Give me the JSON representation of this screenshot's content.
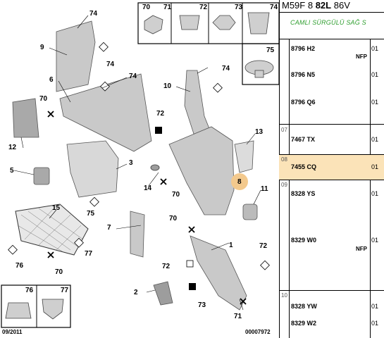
{
  "header": {
    "code_prefix": "M59F 8",
    "code_bold": "82L",
    "code_suffix": "86V",
    "description": "CAMLI SÜRGÜLÜ SAĞ S"
  },
  "callouts": [
    "74",
    "9",
    "74",
    "6",
    "74",
    "10",
    "74",
    "70",
    "72",
    "12",
    "13",
    "3",
    "5",
    "8",
    "14",
    "70",
    "11",
    "15",
    "75",
    "7",
    "70",
    "1",
    "76",
    "77",
    "70",
    "72",
    "72",
    "2",
    "73",
    "71",
    "76",
    "77"
  ],
  "fastener_callouts": [
    "70",
    "71",
    "72",
    "73",
    "74",
    "75"
  ],
  "parts": [
    {
      "group": "",
      "ref": "8796 H2",
      "qty": "01",
      "nfp": "NFP"
    },
    {
      "group": "",
      "ref": "8796 N5",
      "qty": "01",
      "nfp": ""
    },
    {
      "group": "",
      "ref": "8796 Q6",
      "qty": "01",
      "nfp": ""
    },
    {
      "group": "07",
      "ref": "7467 TX",
      "qty": "01",
      "nfp": ""
    },
    {
      "group": "08",
      "ref": "7455 CQ",
      "qty": "01",
      "nfp": ""
    },
    {
      "group": "09",
      "ref": "8328 YS",
      "qty": "01",
      "nfp": ""
    },
    {
      "group": "",
      "ref": "8329 W0",
      "qty": "01",
      "nfp": "NFP"
    },
    {
      "group": "10",
      "ref": "8328 YW",
      "qty": "01",
      "nfp": ""
    },
    {
      "group": "",
      "ref": "8329 W2",
      "qty": "01",
      "nfp": ""
    }
  ],
  "footer": {
    "date": "09/2011",
    "drawing_no": "00007972"
  },
  "colors": {
    "highlight": "#fbe3b8",
    "bubble": "#f3c98d",
    "description_green": "#2e9e2e"
  }
}
